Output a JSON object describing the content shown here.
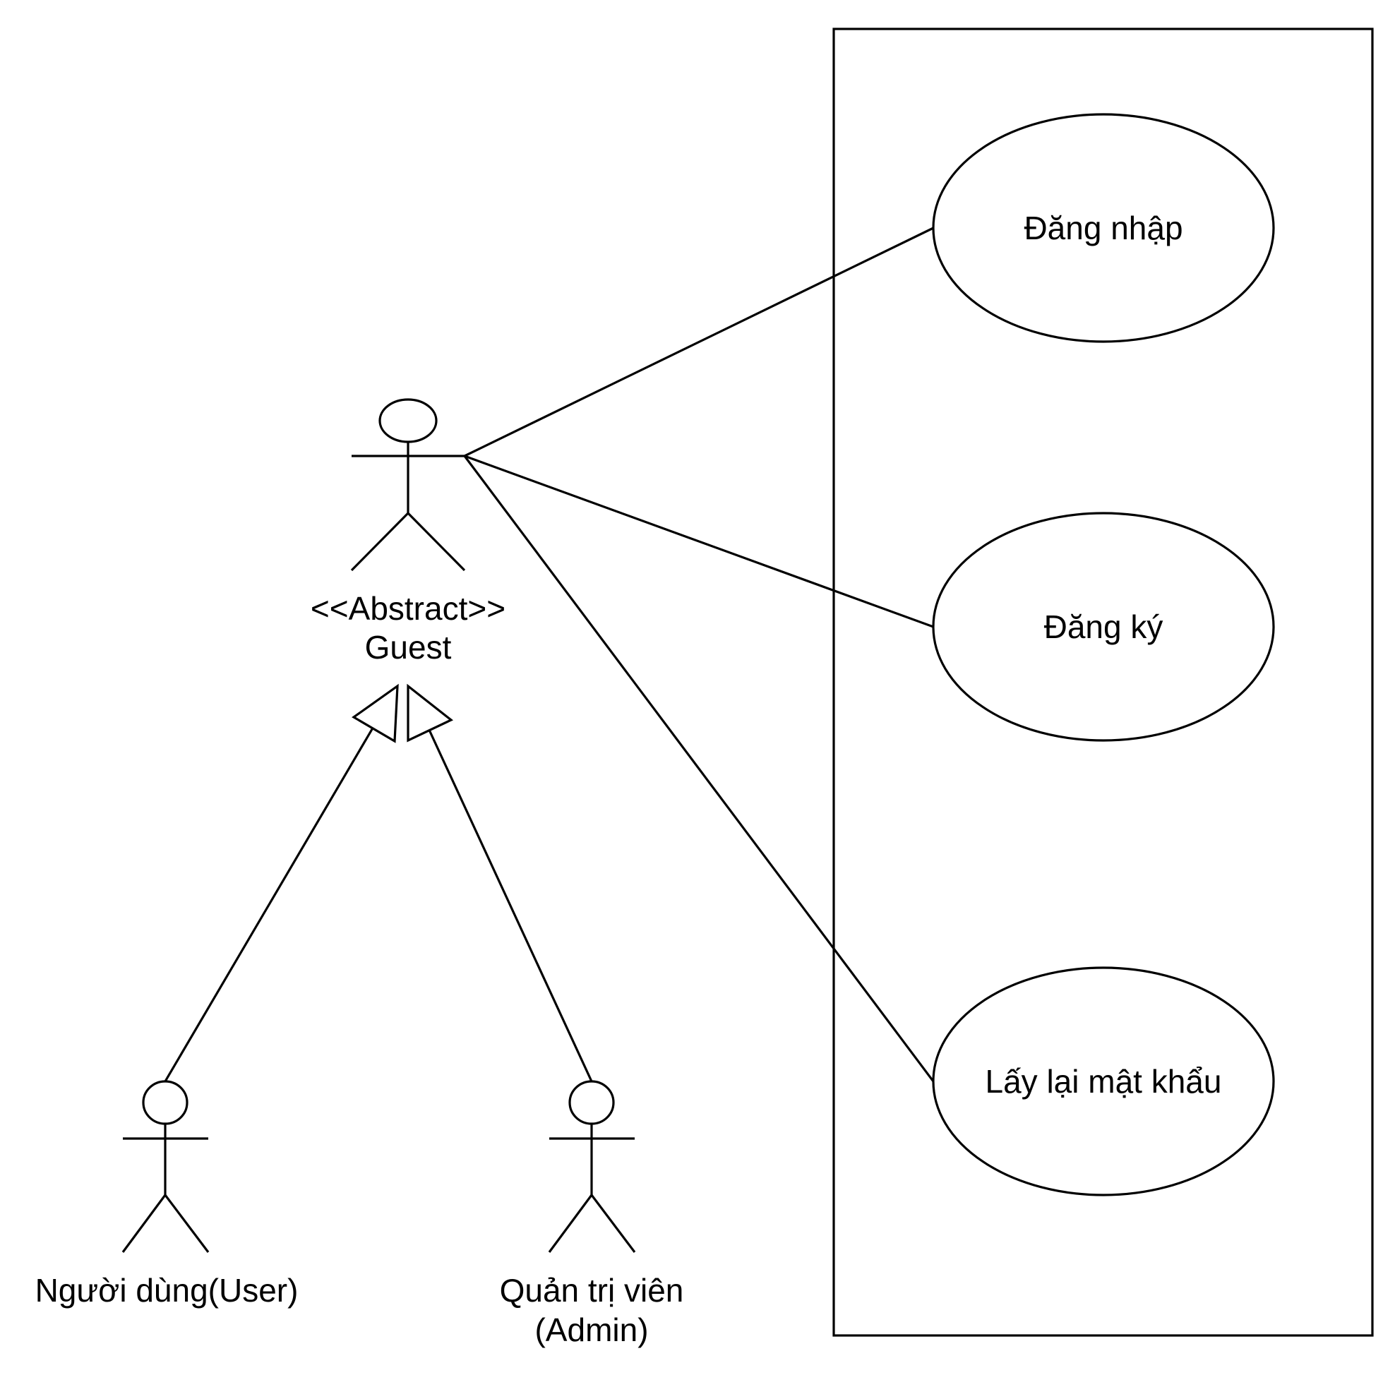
{
  "actors": {
    "guest": {
      "stereotype": "<<Abstract>>",
      "name": "Guest"
    },
    "user": {
      "name": "Người dùng(User)"
    },
    "admin": {
      "name_line1": "Quản trị viên",
      "name_line2": "(Admin)"
    }
  },
  "use_cases": {
    "login": "Đăng nhập",
    "register": "Đăng ký",
    "recover_password": "Lấy lại mật khẩu"
  },
  "colors": {
    "stroke": "#000000",
    "background": "#ffffff"
  }
}
